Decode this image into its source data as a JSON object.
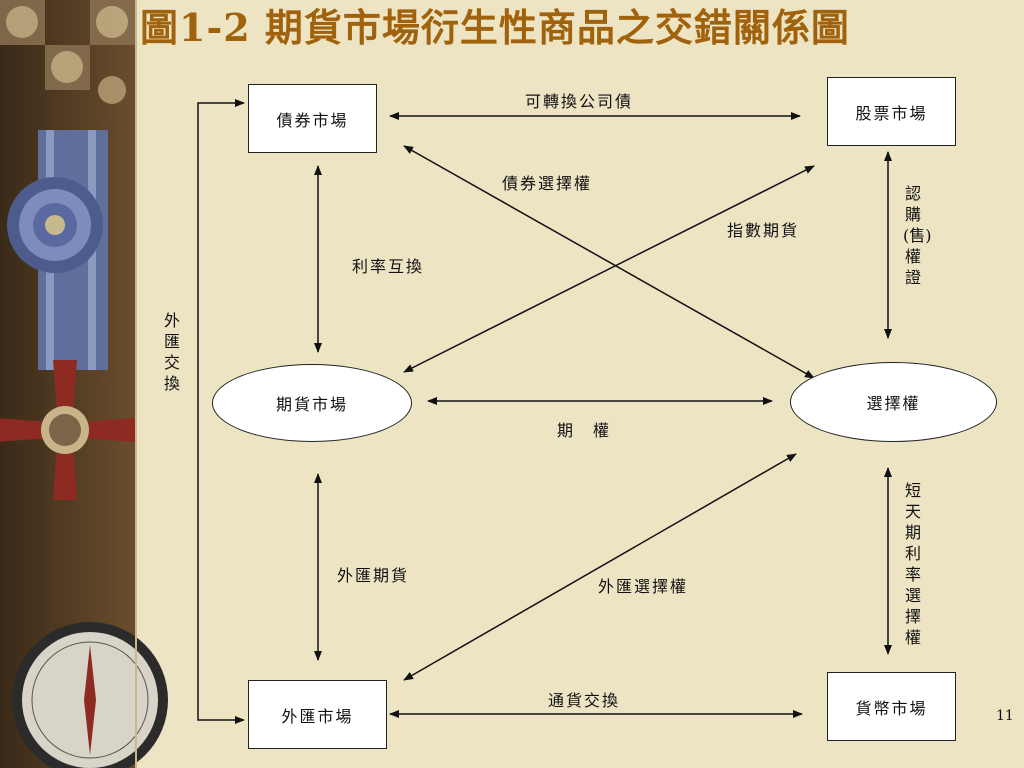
{
  "title": "圖1-2 期貨市場衍生性商品之交錯關係圖",
  "nodes": {
    "bond_market": "債券市場",
    "stock_market": "股票市場",
    "futures_market": "期貨市場",
    "options_market": "選擇權",
    "forex_market": "外匯市場",
    "money_market": "貨幣市場"
  },
  "links": {
    "convertible_bond": "可轉換公司債",
    "bond_option": "債券選擇權",
    "index_futures": "指數期貨",
    "interest_rate_swap": "利率互換",
    "warrants": "認購(售)權證",
    "options": "期　權",
    "forex_swap": "外匯交換",
    "forex_futures": "外匯期貨",
    "forex_option": "外匯選擇權",
    "short_rate_option": "短天期利率選擇權",
    "currency_swap": "通貨交換"
  },
  "page_number": "11",
  "colors": {
    "background": "#ede4c4",
    "title": "#a0620c",
    "line": "#111111"
  }
}
